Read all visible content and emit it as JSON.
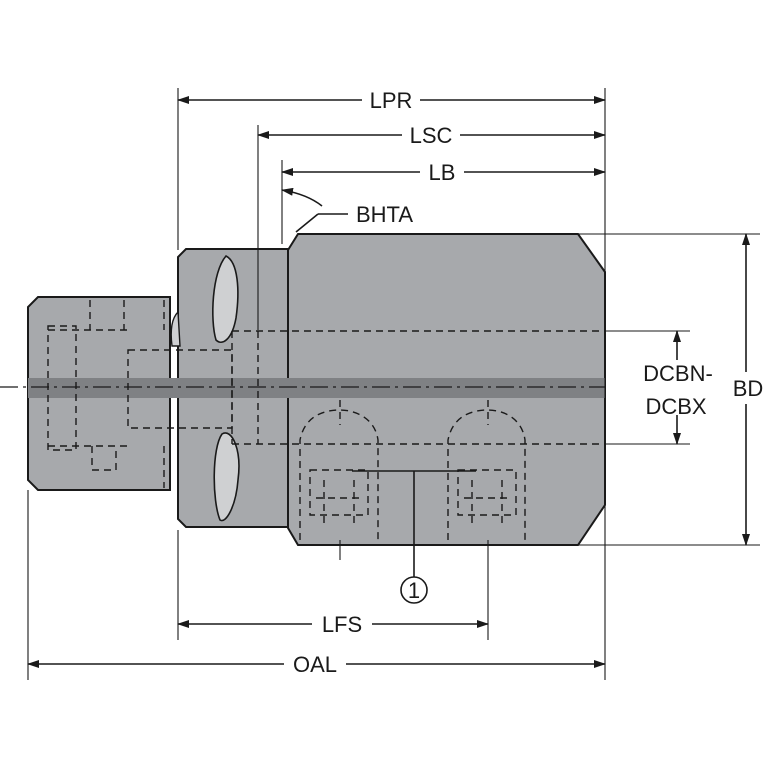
{
  "labels": {
    "lpr": "LPR",
    "lsc": "LSC",
    "lb": "LB",
    "bhta": "BHTA",
    "dcbn_dcbx_line1": "DCBN-",
    "dcbn_dcbx_line2": "DCBX",
    "bd": "BD",
    "lfs": "LFS",
    "oal": "OAL",
    "callout_1": "1"
  },
  "colors": {
    "body_fill": "#a7a9ac",
    "coolant_channel": "#7f8184",
    "lines": "#1a1a1a"
  }
}
